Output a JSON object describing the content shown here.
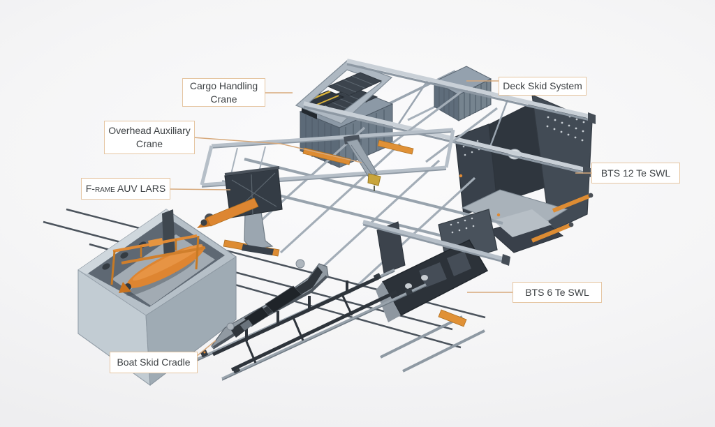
{
  "figure": {
    "description": "Isometric technical diagram of a ship deck skid / launch-and-recovery system with callout labels",
    "labels": [
      {
        "id": "cargo-handling-crane",
        "text": "Cargo Handling Crane"
      },
      {
        "id": "overhead-auxiliary-crane",
        "text": "Overhead Auxiliary Crane"
      },
      {
        "id": "f-frame-auv-lars",
        "text": "F-rame AUV LARS"
      },
      {
        "id": "deck-skid-system",
        "text": "Deck Skid System"
      },
      {
        "id": "bts-12-te-swl",
        "text": "BTS 12 Te SWL"
      },
      {
        "id": "bts-6-te-swl",
        "text": "BTS 6 Te SWL"
      },
      {
        "id": "boat-skid-cradle",
        "text": "Boat Skid Cradle"
      }
    ],
    "style": {
      "label_border_color": "#e5c5a1",
      "leader_line_color": "#d7a97b",
      "label_text_color": "#3d4144",
      "accent_orange": "#e08a35",
      "machinery_dark": "#353c45",
      "machinery_light": "#b3bcc5",
      "background_center": "#fbfbfc",
      "background_edge": "#e5e5e8"
    }
  }
}
